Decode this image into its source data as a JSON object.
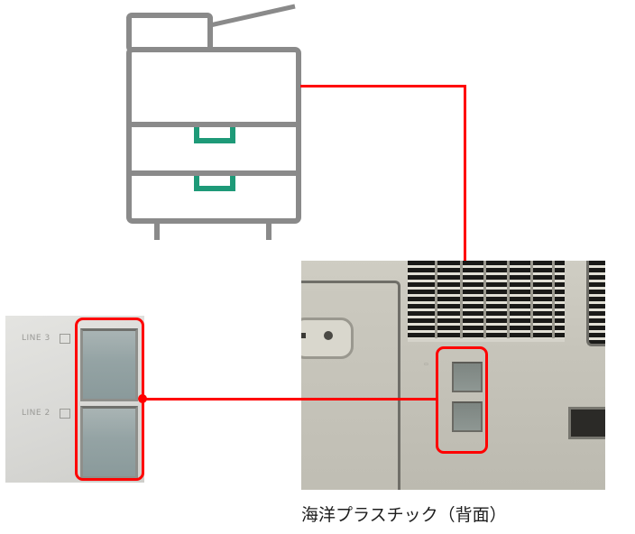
{
  "diagram": {
    "type": "connection-diagram",
    "printer_icon": {
      "name": "multifunction-printer-icon",
      "outline_color": "#8a8a8a",
      "handle_color": "#1e9a78",
      "trays": 2
    },
    "connector_color": "#ff0000",
    "photo_left": {
      "labels": [
        "LINE 3",
        "LINE 2"
      ],
      "highlighted_ports": 2
    },
    "photo_right": {
      "highlighted_ports": 2
    },
    "caption": "海洋プラスチック（背面）"
  }
}
